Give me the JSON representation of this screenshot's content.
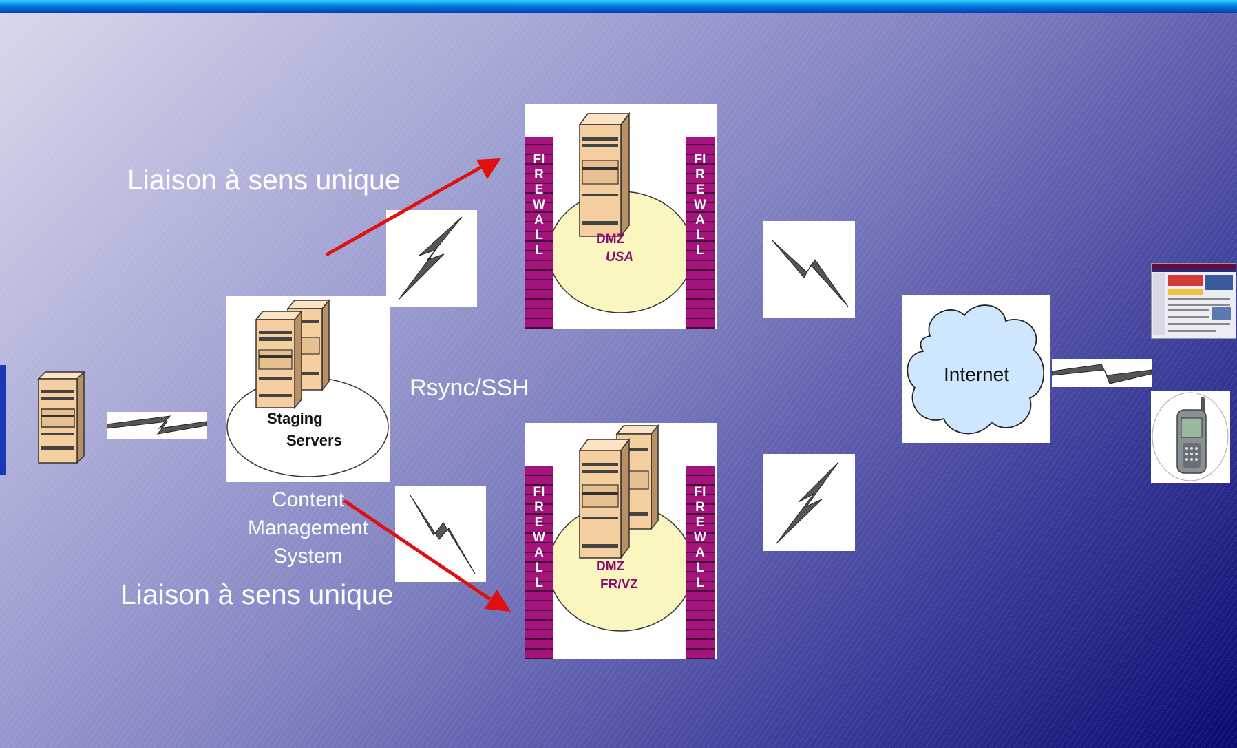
{
  "labels": {
    "link_top": "Liaison à sens unique",
    "link_bottom": "Liaison à sens unique",
    "rsync": "Rsync/SSH",
    "cms_line1": "Content",
    "cms_line2": "Management",
    "cms_line3": "System",
    "staging_line1": "Staging",
    "staging_line2": "Servers",
    "dmz_usa_line1": "DMZ",
    "dmz_usa_line2": "USA",
    "dmz_fr_line1": "DMZ",
    "dmz_fr_line2": "FR/VZ",
    "internet": "Internet",
    "firewall": "FIREWALL"
  },
  "colors": {
    "arrow": "#e01010",
    "firewall": "#a4147c",
    "dmz_ellipse": "#fbf5c0",
    "cloud": "#cfe6ff",
    "server_body": "#f6cfa0"
  },
  "icons": [
    "server-icon",
    "lightning-link-icon",
    "firewall-icon",
    "cloud-icon",
    "monitor-icon",
    "mobile-phone-icon"
  ]
}
